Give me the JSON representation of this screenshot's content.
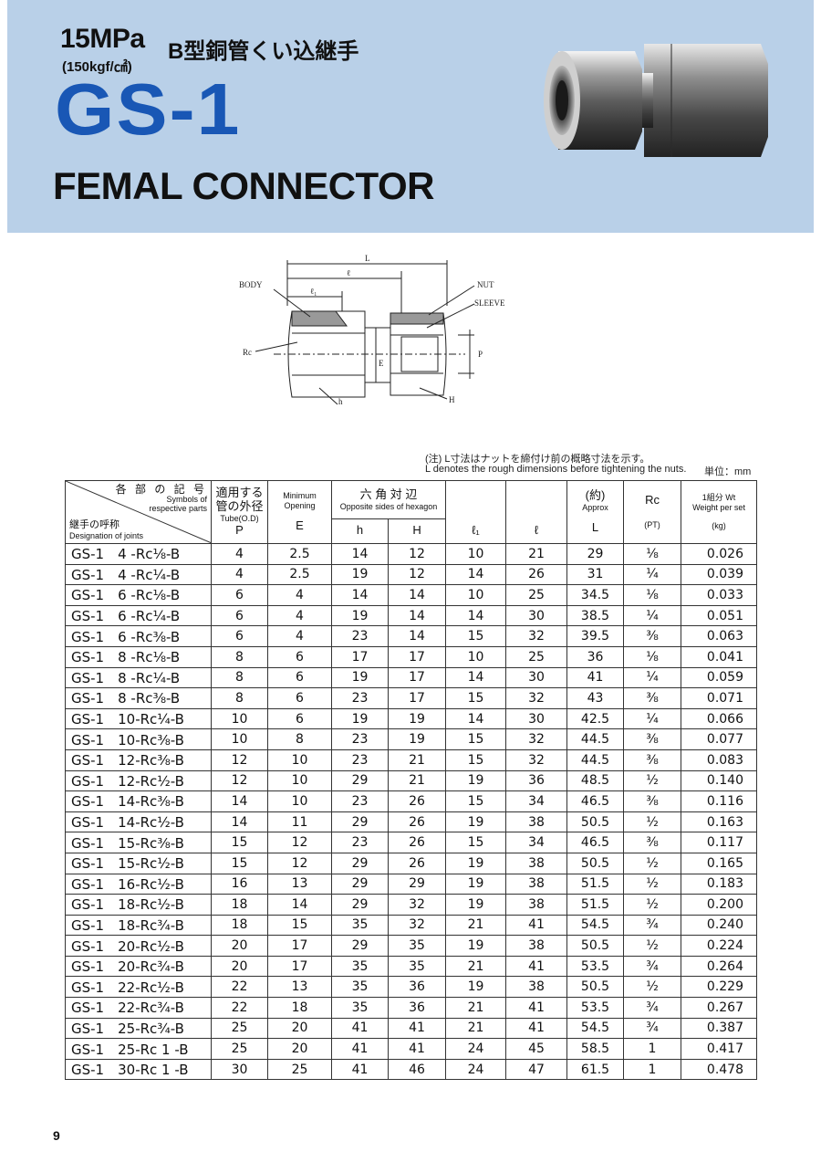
{
  "header": {
    "pressure": "15MPa",
    "title_jp": "B型銅管くい込継手",
    "pressure_kgf": "(150kgf/㎠)",
    "model": "GS-1",
    "name": "FEMAL CONNECTOR"
  },
  "diagram": {
    "labels": {
      "L": "L",
      "l": "ℓ",
      "l1": "ℓ₁",
      "body": "BODY",
      "nut": "NUT",
      "sleeve": "SLEEVE",
      "rc": "Rc",
      "p": "P",
      "e": "E",
      "h_small": "h",
      "h_big": "H"
    }
  },
  "notes": {
    "jp": "(注) L寸法はナットを締付け前の概略寸法を示す。",
    "en": "L denotes the rough dimensions before tightening the nuts.",
    "unit": "単位：mm"
  },
  "table": {
    "header": {
      "symbols_jp": "各 部 の 記 号",
      "symbols_en_1": "Symbols of",
      "symbols_en_2": "respective parts",
      "designation_jp": "継手の呼称",
      "designation_en": "Designation of joints",
      "tube_jp_1": "適用する",
      "tube_jp_2": "管の外径",
      "tube_en": "Tube(O.D)",
      "p": "P",
      "min_en_1": "Minimum",
      "min_en_2": "Opening",
      "e": "E",
      "hex_jp": "六 角 対 辺",
      "hex_en": "Opposite sides of hexagon",
      "h_small": "h",
      "h_big": "H",
      "l1": "ℓ₁",
      "l": "ℓ",
      "approx_jp": "(約)",
      "approx_en": "Approx",
      "L": "L",
      "rc": "Rc",
      "pt": "(PT)",
      "wt_jp": "1組分 Wt",
      "wt_en": "Weight per set",
      "kg": "(kg)"
    },
    "rows": [
      {
        "des": "GS-1　4 -Rc⅛-B",
        "p": "4",
        "e": "2.5",
        "h": "14",
        "H": "12",
        "l1": "10",
        "l": "21",
        "L": "29",
        "rc": "⅛",
        "wt": "0.026"
      },
      {
        "des": "GS-1　4 -Rc¼-B",
        "p": "4",
        "e": "2.5",
        "h": "19",
        "H": "12",
        "l1": "14",
        "l": "26",
        "L": "31",
        "rc": "¼",
        "wt": "0.039"
      },
      {
        "des": "GS-1　6 -Rc⅛-B",
        "p": "6",
        "e": "4",
        "h": "14",
        "H": "14",
        "l1": "10",
        "l": "25",
        "L": "34.5",
        "rc": "⅛",
        "wt": "0.033"
      },
      {
        "des": "GS-1　6 -Rc¼-B",
        "p": "6",
        "e": "4",
        "h": "19",
        "H": "14",
        "l1": "14",
        "l": "30",
        "L": "38.5",
        "rc": "¼",
        "wt": "0.051"
      },
      {
        "des": "GS-1　6 -Rc⅜-B",
        "p": "6",
        "e": "4",
        "h": "23",
        "H": "14",
        "l1": "15",
        "l": "32",
        "L": "39.5",
        "rc": "⅜",
        "wt": "0.063"
      },
      {
        "des": "GS-1　8 -Rc⅛-B",
        "p": "8",
        "e": "6",
        "h": "17",
        "H": "17",
        "l1": "10",
        "l": "25",
        "L": "36",
        "rc": "⅛",
        "wt": "0.041"
      },
      {
        "des": "GS-1　8 -Rc¼-B",
        "p": "8",
        "e": "6",
        "h": "19",
        "H": "17",
        "l1": "14",
        "l": "30",
        "L": "41",
        "rc": "¼",
        "wt": "0.059"
      },
      {
        "des": "GS-1　8 -Rc⅜-B",
        "p": "8",
        "e": "6",
        "h": "23",
        "H": "17",
        "l1": "15",
        "l": "32",
        "L": "43",
        "rc": "⅜",
        "wt": "0.071"
      },
      {
        "des": "GS-1　10-Rc¼-B",
        "p": "10",
        "e": "6",
        "h": "19",
        "H": "19",
        "l1": "14",
        "l": "30",
        "L": "42.5",
        "rc": "¼",
        "wt": "0.066"
      },
      {
        "des": "GS-1　10-Rc⅜-B",
        "p": "10",
        "e": "8",
        "h": "23",
        "H": "19",
        "l1": "15",
        "l": "32",
        "L": "44.5",
        "rc": "⅜",
        "wt": "0.077"
      },
      {
        "des": "GS-1　12-Rc⅜-B",
        "p": "12",
        "e": "10",
        "h": "23",
        "H": "21",
        "l1": "15",
        "l": "32",
        "L": "44.5",
        "rc": "⅜",
        "wt": "0.083"
      },
      {
        "des": "GS-1　12-Rc½-B",
        "p": "12",
        "e": "10",
        "h": "29",
        "H": "21",
        "l1": "19",
        "l": "36",
        "L": "48.5",
        "rc": "½",
        "wt": "0.140"
      },
      {
        "des": "GS-1　14-Rc⅜-B",
        "p": "14",
        "e": "10",
        "h": "23",
        "H": "26",
        "l1": "15",
        "l": "34",
        "L": "46.5",
        "rc": "⅜",
        "wt": "0.116"
      },
      {
        "des": "GS-1　14-Rc½-B",
        "p": "14",
        "e": "11",
        "h": "29",
        "H": "26",
        "l1": "19",
        "l": "38",
        "L": "50.5",
        "rc": "½",
        "wt": "0.163"
      },
      {
        "des": "GS-1　15-Rc⅜-B",
        "p": "15",
        "e": "12",
        "h": "23",
        "H": "26",
        "l1": "15",
        "l": "34",
        "L": "46.5",
        "rc": "⅜",
        "wt": "0.117"
      },
      {
        "des": "GS-1　15-Rc½-B",
        "p": "15",
        "e": "12",
        "h": "29",
        "H": "26",
        "l1": "19",
        "l": "38",
        "L": "50.5",
        "rc": "½",
        "wt": "0.165"
      },
      {
        "des": "GS-1　16-Rc½-B",
        "p": "16",
        "e": "13",
        "h": "29",
        "H": "29",
        "l1": "19",
        "l": "38",
        "L": "51.5",
        "rc": "½",
        "wt": "0.183"
      },
      {
        "des": "GS-1　18-Rc½-B",
        "p": "18",
        "e": "14",
        "h": "29",
        "H": "32",
        "l1": "19",
        "l": "38",
        "L": "51.5",
        "rc": "½",
        "wt": "0.200"
      },
      {
        "des": "GS-1　18-Rc¾-B",
        "p": "18",
        "e": "15",
        "h": "35",
        "H": "32",
        "l1": "21",
        "l": "41",
        "L": "54.5",
        "rc": "¾",
        "wt": "0.240"
      },
      {
        "des": "GS-1　20-Rc½-B",
        "p": "20",
        "e": "17",
        "h": "29",
        "H": "35",
        "l1": "19",
        "l": "38",
        "L": "50.5",
        "rc": "½",
        "wt": "0.224"
      },
      {
        "des": "GS-1　20-Rc¾-B",
        "p": "20",
        "e": "17",
        "h": "35",
        "H": "35",
        "l1": "21",
        "l": "41",
        "L": "53.5",
        "rc": "¾",
        "wt": "0.264"
      },
      {
        "des": "GS-1　22-Rc½-B",
        "p": "22",
        "e": "13",
        "h": "35",
        "H": "36",
        "l1": "19",
        "l": "38",
        "L": "50.5",
        "rc": "½",
        "wt": "0.229"
      },
      {
        "des": "GS-1　22-Rc¾-B",
        "p": "22",
        "e": "18",
        "h": "35",
        "H": "36",
        "l1": "21",
        "l": "41",
        "L": "53.5",
        "rc": "¾",
        "wt": "0.267"
      },
      {
        "des": "GS-1　25-Rc¾-B",
        "p": "25",
        "e": "20",
        "h": "41",
        "H": "41",
        "l1": "21",
        "l": "41",
        "L": "54.5",
        "rc": "¾",
        "wt": "0.387"
      },
      {
        "des": "GS-1　25-Rc 1 -B",
        "p": "25",
        "e": "20",
        "h": "41",
        "H": "41",
        "l1": "24",
        "l": "45",
        "L": "58.5",
        "rc": "1",
        "wt": "0.417"
      },
      {
        "des": "GS-1　30-Rc 1 -B",
        "p": "30",
        "e": "25",
        "h": "41",
        "H": "46",
        "l1": "24",
        "l": "47",
        "L": "61.5",
        "rc": "1",
        "wt": "0.478"
      }
    ]
  },
  "footer": {
    "page": "9"
  },
  "colors": {
    "header_band": "#b9d0e8",
    "model_blue": "#1957b5"
  }
}
